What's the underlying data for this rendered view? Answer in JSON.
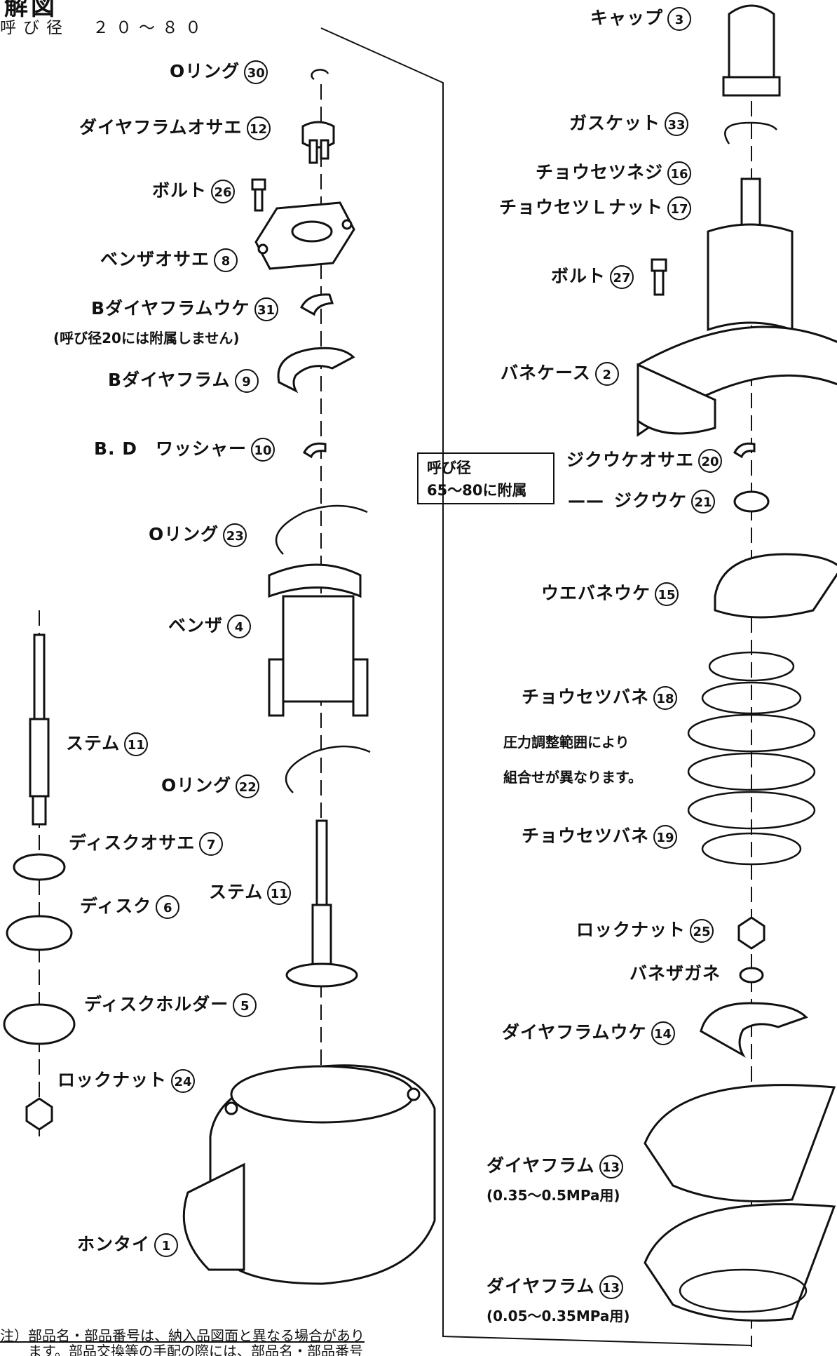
{
  "header": {
    "title": "解図",
    "subtitle": "呼び径　２０～８０"
  },
  "parts": [
    {
      "id": "oring-30",
      "name": "Oリング",
      "num": "30"
    },
    {
      "id": "diaphragm-osae-12",
      "name": "ダイヤフラムオサエ",
      "num": "12"
    },
    {
      "id": "bolt-26",
      "name": "ボルト",
      "num": "26"
    },
    {
      "id": "benza-osae-8",
      "name": "ベンザオサエ",
      "num": "8"
    },
    {
      "id": "b-diaphragm-uke-31",
      "name": "Bダイヤフラムウケ",
      "num": "31"
    },
    {
      "id": "b-diaphragm-9",
      "name": "Bダイヤフラム",
      "num": "9"
    },
    {
      "id": "bd-washer-10",
      "name": "B. D　ワッシャー",
      "num": "10"
    },
    {
      "id": "oring-23",
      "name": "Oリング",
      "num": "23"
    },
    {
      "id": "benza-4",
      "name": "ベンザ",
      "num": "4"
    },
    {
      "id": "stem-11-left",
      "name": "ステム",
      "num": "11"
    },
    {
      "id": "oring-22",
      "name": "Oリング",
      "num": "22"
    },
    {
      "id": "disk-osae-7",
      "name": "ディスクオサエ",
      "num": "7"
    },
    {
      "id": "disk-6",
      "name": "ディスク",
      "num": "6"
    },
    {
      "id": "stem-11-center",
      "name": "ステム",
      "num": "11"
    },
    {
      "id": "disk-holder-5",
      "name": "ディスクホルダー",
      "num": "5"
    },
    {
      "id": "lock-nut-24",
      "name": "ロックナット",
      "num": "24"
    },
    {
      "id": "hontai-1",
      "name": "ホンタイ",
      "num": "1"
    },
    {
      "id": "cap-3",
      "name": "キャップ",
      "num": "3"
    },
    {
      "id": "gasket-33",
      "name": "ガスケット",
      "num": "33"
    },
    {
      "id": "adj-screw-16",
      "name": "チョウセツネジ",
      "num": "16"
    },
    {
      "id": "adj-l-nut-17",
      "name": "チョウセツＬナット",
      "num": "17"
    },
    {
      "id": "bolt-27",
      "name": "ボルト",
      "num": "27"
    },
    {
      "id": "spring-case-2",
      "name": "バネケース",
      "num": "2"
    },
    {
      "id": "thrust-osae-20",
      "name": "ジクウケオサエ",
      "num": "20"
    },
    {
      "id": "thrust-21",
      "name": "ジクウケ",
      "num": "21"
    },
    {
      "id": "upper-spring-seat-15",
      "name": "ウエバネウケ",
      "num": "15"
    },
    {
      "id": "adj-spring-18",
      "name": "チョウセツバネ",
      "num": "18"
    },
    {
      "id": "adj-spring-19",
      "name": "チョウセツバネ",
      "num": "19"
    },
    {
      "id": "lock-nut-25",
      "name": "ロックナット",
      "num": "25"
    },
    {
      "id": "diaphragm-uke-14",
      "name": "ダイヤフラムウケ",
      "num": "14"
    },
    {
      "id": "diaphragm-13a",
      "name": "ダイヤフラム",
      "num": "13"
    },
    {
      "id": "diaphragm-13b",
      "name": "ダイヤフラム",
      "num": "13"
    }
  ],
  "notes": {
    "b_uke_note": "(呼び径20には附属しません)",
    "spring_washer": "バネザガネ",
    "pressure_note_1": "圧力調整範囲により",
    "pressure_note_2": "組合せが異なります。",
    "box_line_1": "呼び径",
    "box_line_2": "65～80に附属",
    "diaphragm_range_a": "(0.35～0.5MPa用)",
    "diaphragm_range_b": "(0.05～0.35MPa用)",
    "footer_1": "注）部品名・部品番号は、納入品図面と異なる場合があり",
    "footer_2": "　　ます。部品交換等の手配の際には、部品名・部品番号"
  }
}
